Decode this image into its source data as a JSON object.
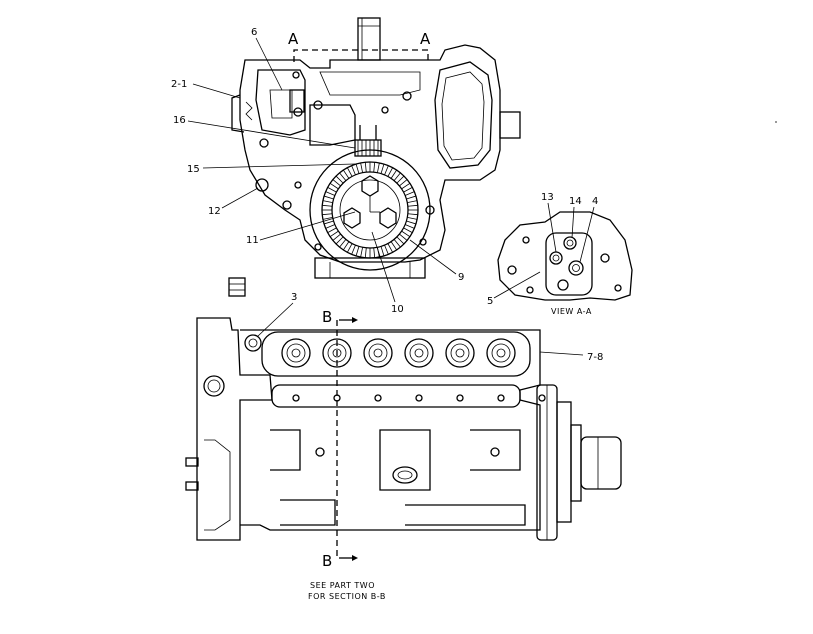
{
  "labels": {
    "l2_1": "2-1",
    "l6": "6",
    "l16": "16",
    "l15": "15",
    "l12": "12",
    "l11": "11",
    "l10": "10",
    "l9": "9",
    "l13": "13",
    "l14": "14",
    "l4": "4",
    "l5": "5",
    "l3": "3",
    "l7_8": "7-8",
    "section_a_left": "A",
    "section_a_right": "A",
    "section_b_top": "B",
    "section_b_bottom": "B",
    "view_a_a": "VIEW A-A",
    "note_line1": "SEE PART TWO",
    "note_line2": "FOR SECTION B-B"
  }
}
